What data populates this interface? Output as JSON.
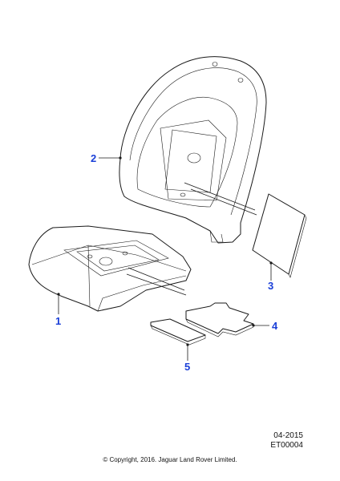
{
  "callouts": [
    {
      "id": "1",
      "label": "1"
    },
    {
      "id": "2",
      "label": "2"
    },
    {
      "id": "3",
      "label": "3"
    },
    {
      "id": "4",
      "label": "4"
    },
    {
      "id": "5",
      "label": "5"
    }
  ],
  "footer": {
    "date_code": "04-2015",
    "ref_code": "ET00004",
    "copyright": "© Copyright, 2016. Jaguar Land Rover Limited."
  }
}
